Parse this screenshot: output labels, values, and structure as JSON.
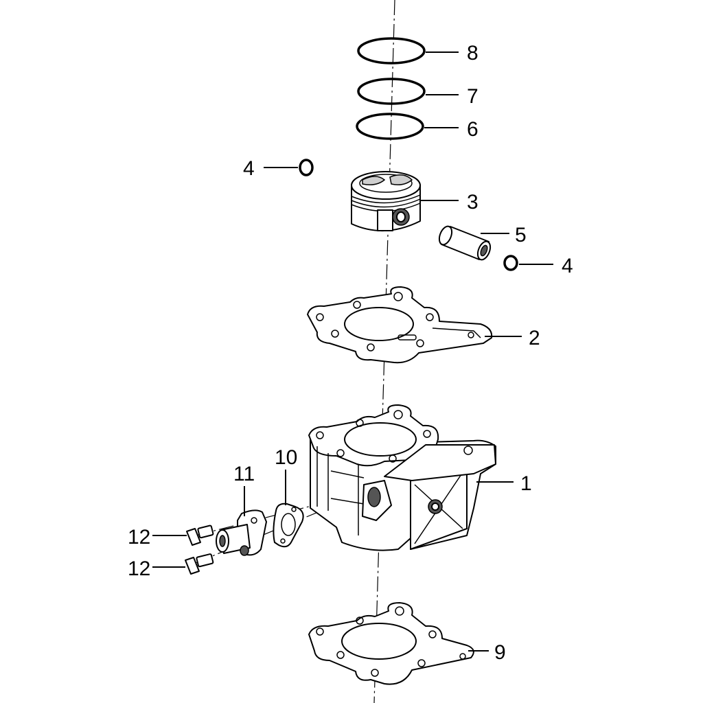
{
  "callouts": [
    {
      "id": "c8",
      "label": "8"
    },
    {
      "id": "c7",
      "label": "7"
    },
    {
      "id": "c6",
      "label": "6"
    },
    {
      "id": "c4a",
      "label": "4"
    },
    {
      "id": "c3",
      "label": "3"
    },
    {
      "id": "c5",
      "label": "5"
    },
    {
      "id": "c4b",
      "label": "4"
    },
    {
      "id": "c2",
      "label": "2"
    },
    {
      "id": "c11",
      "label": "11"
    },
    {
      "id": "c10",
      "label": "10"
    },
    {
      "id": "c1",
      "label": "1"
    },
    {
      "id": "c12a",
      "label": "12"
    },
    {
      "id": "c12b",
      "label": "12"
    },
    {
      "id": "c9",
      "label": "9"
    }
  ]
}
